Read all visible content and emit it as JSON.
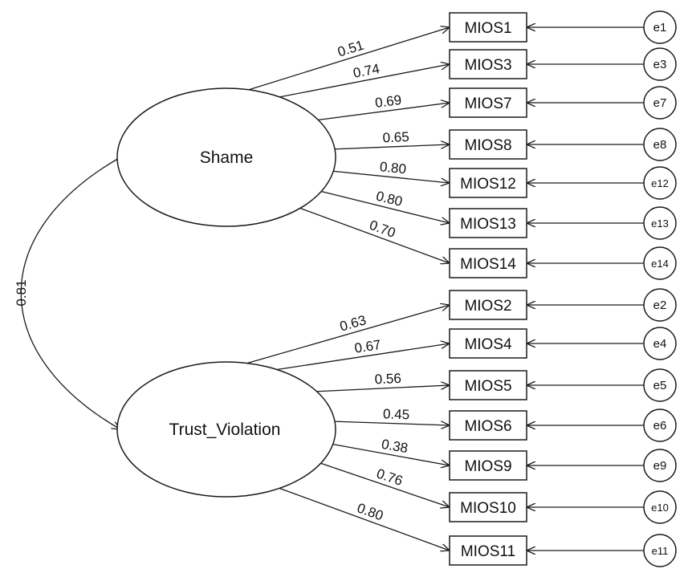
{
  "factors": [
    {
      "id": "shame",
      "label": "Shame"
    },
    {
      "id": "trust",
      "label": "Trust_Violation"
    }
  ],
  "correlation": {
    "value": "0.81"
  },
  "indicators": [
    {
      "factor": "shame",
      "label": "MIOS1",
      "loading": "0.51",
      "error": "e1"
    },
    {
      "factor": "shame",
      "label": "MIOS3",
      "loading": "0.74",
      "error": "e3"
    },
    {
      "factor": "shame",
      "label": "MIOS7",
      "loading": "0.69",
      "error": "e7"
    },
    {
      "factor": "shame",
      "label": "MIOS8",
      "loading": "0.65",
      "error": "e8"
    },
    {
      "factor": "shame",
      "label": "MIOS12",
      "loading": "0.80",
      "error": "e12"
    },
    {
      "factor": "shame",
      "label": "MIOS13",
      "loading": "0.80",
      "error": "e13"
    },
    {
      "factor": "shame",
      "label": "MIOS14",
      "loading": "0.70",
      "error": "e14"
    },
    {
      "factor": "trust",
      "label": "MIOS2",
      "loading": "0.63",
      "error": "e2"
    },
    {
      "factor": "trust",
      "label": "MIOS4",
      "loading": "0.67",
      "error": "e4"
    },
    {
      "factor": "trust",
      "label": "MIOS5",
      "loading": "0.56",
      "error": "e5"
    },
    {
      "factor": "trust",
      "label": "MIOS6",
      "loading": "0.45",
      "error": "e6"
    },
    {
      "factor": "trust",
      "label": "MIOS9",
      "loading": "0.38",
      "error": "e9"
    },
    {
      "factor": "trust",
      "label": "MIOS10",
      "loading": "0.76",
      "error": "e10"
    },
    {
      "factor": "trust",
      "label": "MIOS11",
      "loading": "0.80",
      "error": "e11"
    }
  ]
}
